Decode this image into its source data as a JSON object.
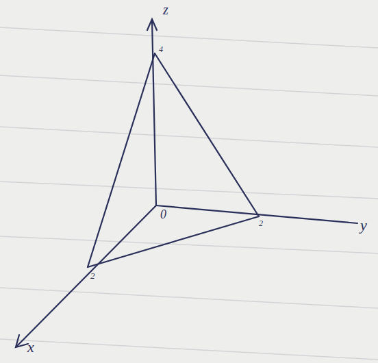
{
  "diagram": {
    "labels": [
      "z",
      "4",
      "0",
      "2",
      "y",
      "2",
      "x"
    ]
  }
}
